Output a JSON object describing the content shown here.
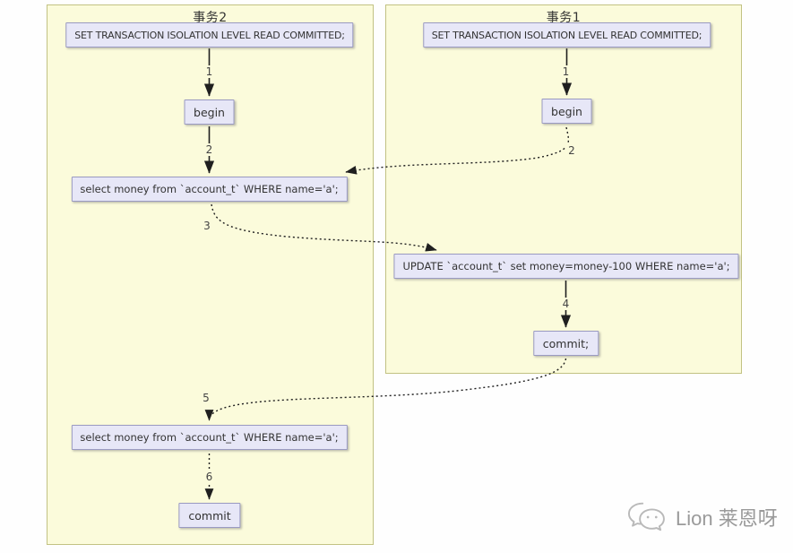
{
  "diagram": {
    "left_panel": {
      "title": "事务2",
      "set_statement": "SET TRANSACTION ISOLATION LEVEL READ COMMITTED;",
      "begin": "begin",
      "select_1": "select money from `account_t` WHERE name='a';",
      "select_2": "select money from `account_t` WHERE name='a';",
      "commit": "commit",
      "step_1": "1",
      "step_2": "2",
      "step_3": "3",
      "step_5": "5",
      "step_6": "6"
    },
    "right_panel": {
      "title": "事务1",
      "set_statement": "SET TRANSACTION ISOLATION LEVEL READ COMMITTED;",
      "begin": "begin",
      "update": "UPDATE `account_t` set money=money-100 WHERE name='a';",
      "commit": "commit;",
      "step_1": "1",
      "step_2": "2",
      "step_4": "4"
    },
    "colors": {
      "panel_bg": "#fbfbdb",
      "panel_border": "#c2c283",
      "node_bg": "#e7e7f7",
      "node_border": "#9a9ac2",
      "arrow": "#1f1f1f"
    }
  },
  "watermark": {
    "label": "Lion 莱恩呀",
    "icon": "wechat-chat-bubbles"
  }
}
